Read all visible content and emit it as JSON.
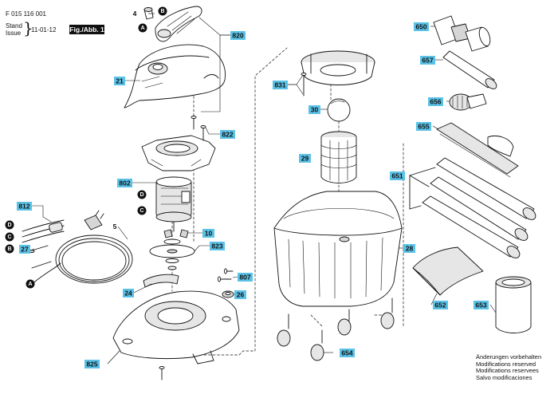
{
  "header": {
    "doc_number": "F 015 116 001",
    "stand_label": "Stand",
    "issue_label": "Issue",
    "date": "11-01-12",
    "figure": "Fig./Abb. 1"
  },
  "parts": {
    "p4": "4",
    "p820": "820",
    "p21": "21",
    "p822": "822",
    "p802": "802",
    "p812": "812",
    "p5": "5",
    "p27": "27",
    "p10": "10",
    "p823": "823",
    "p807": "807",
    "p24": "24",
    "p26": "26",
    "p825": "825",
    "p831": "831",
    "p30": "30",
    "p29": "29",
    "p28": "28",
    "p654": "654",
    "p650": "650",
    "p657": "657",
    "p656": "656",
    "p655": "655",
    "p651": "651",
    "p652": "652",
    "p653": "653"
  },
  "callouts": {
    "A": "A",
    "B": "B",
    "C": "C",
    "D": "D"
  },
  "notes": [
    "Änderungen vorbehalten",
    "Modifications reserved",
    "Modifications reservees",
    "Salvo modificaciones"
  ],
  "colors": {
    "label_bg": "#5bc2e7",
    "line": "#111111",
    "part_fill": "#ffffff",
    "part_shade": "#d6d6d6"
  }
}
